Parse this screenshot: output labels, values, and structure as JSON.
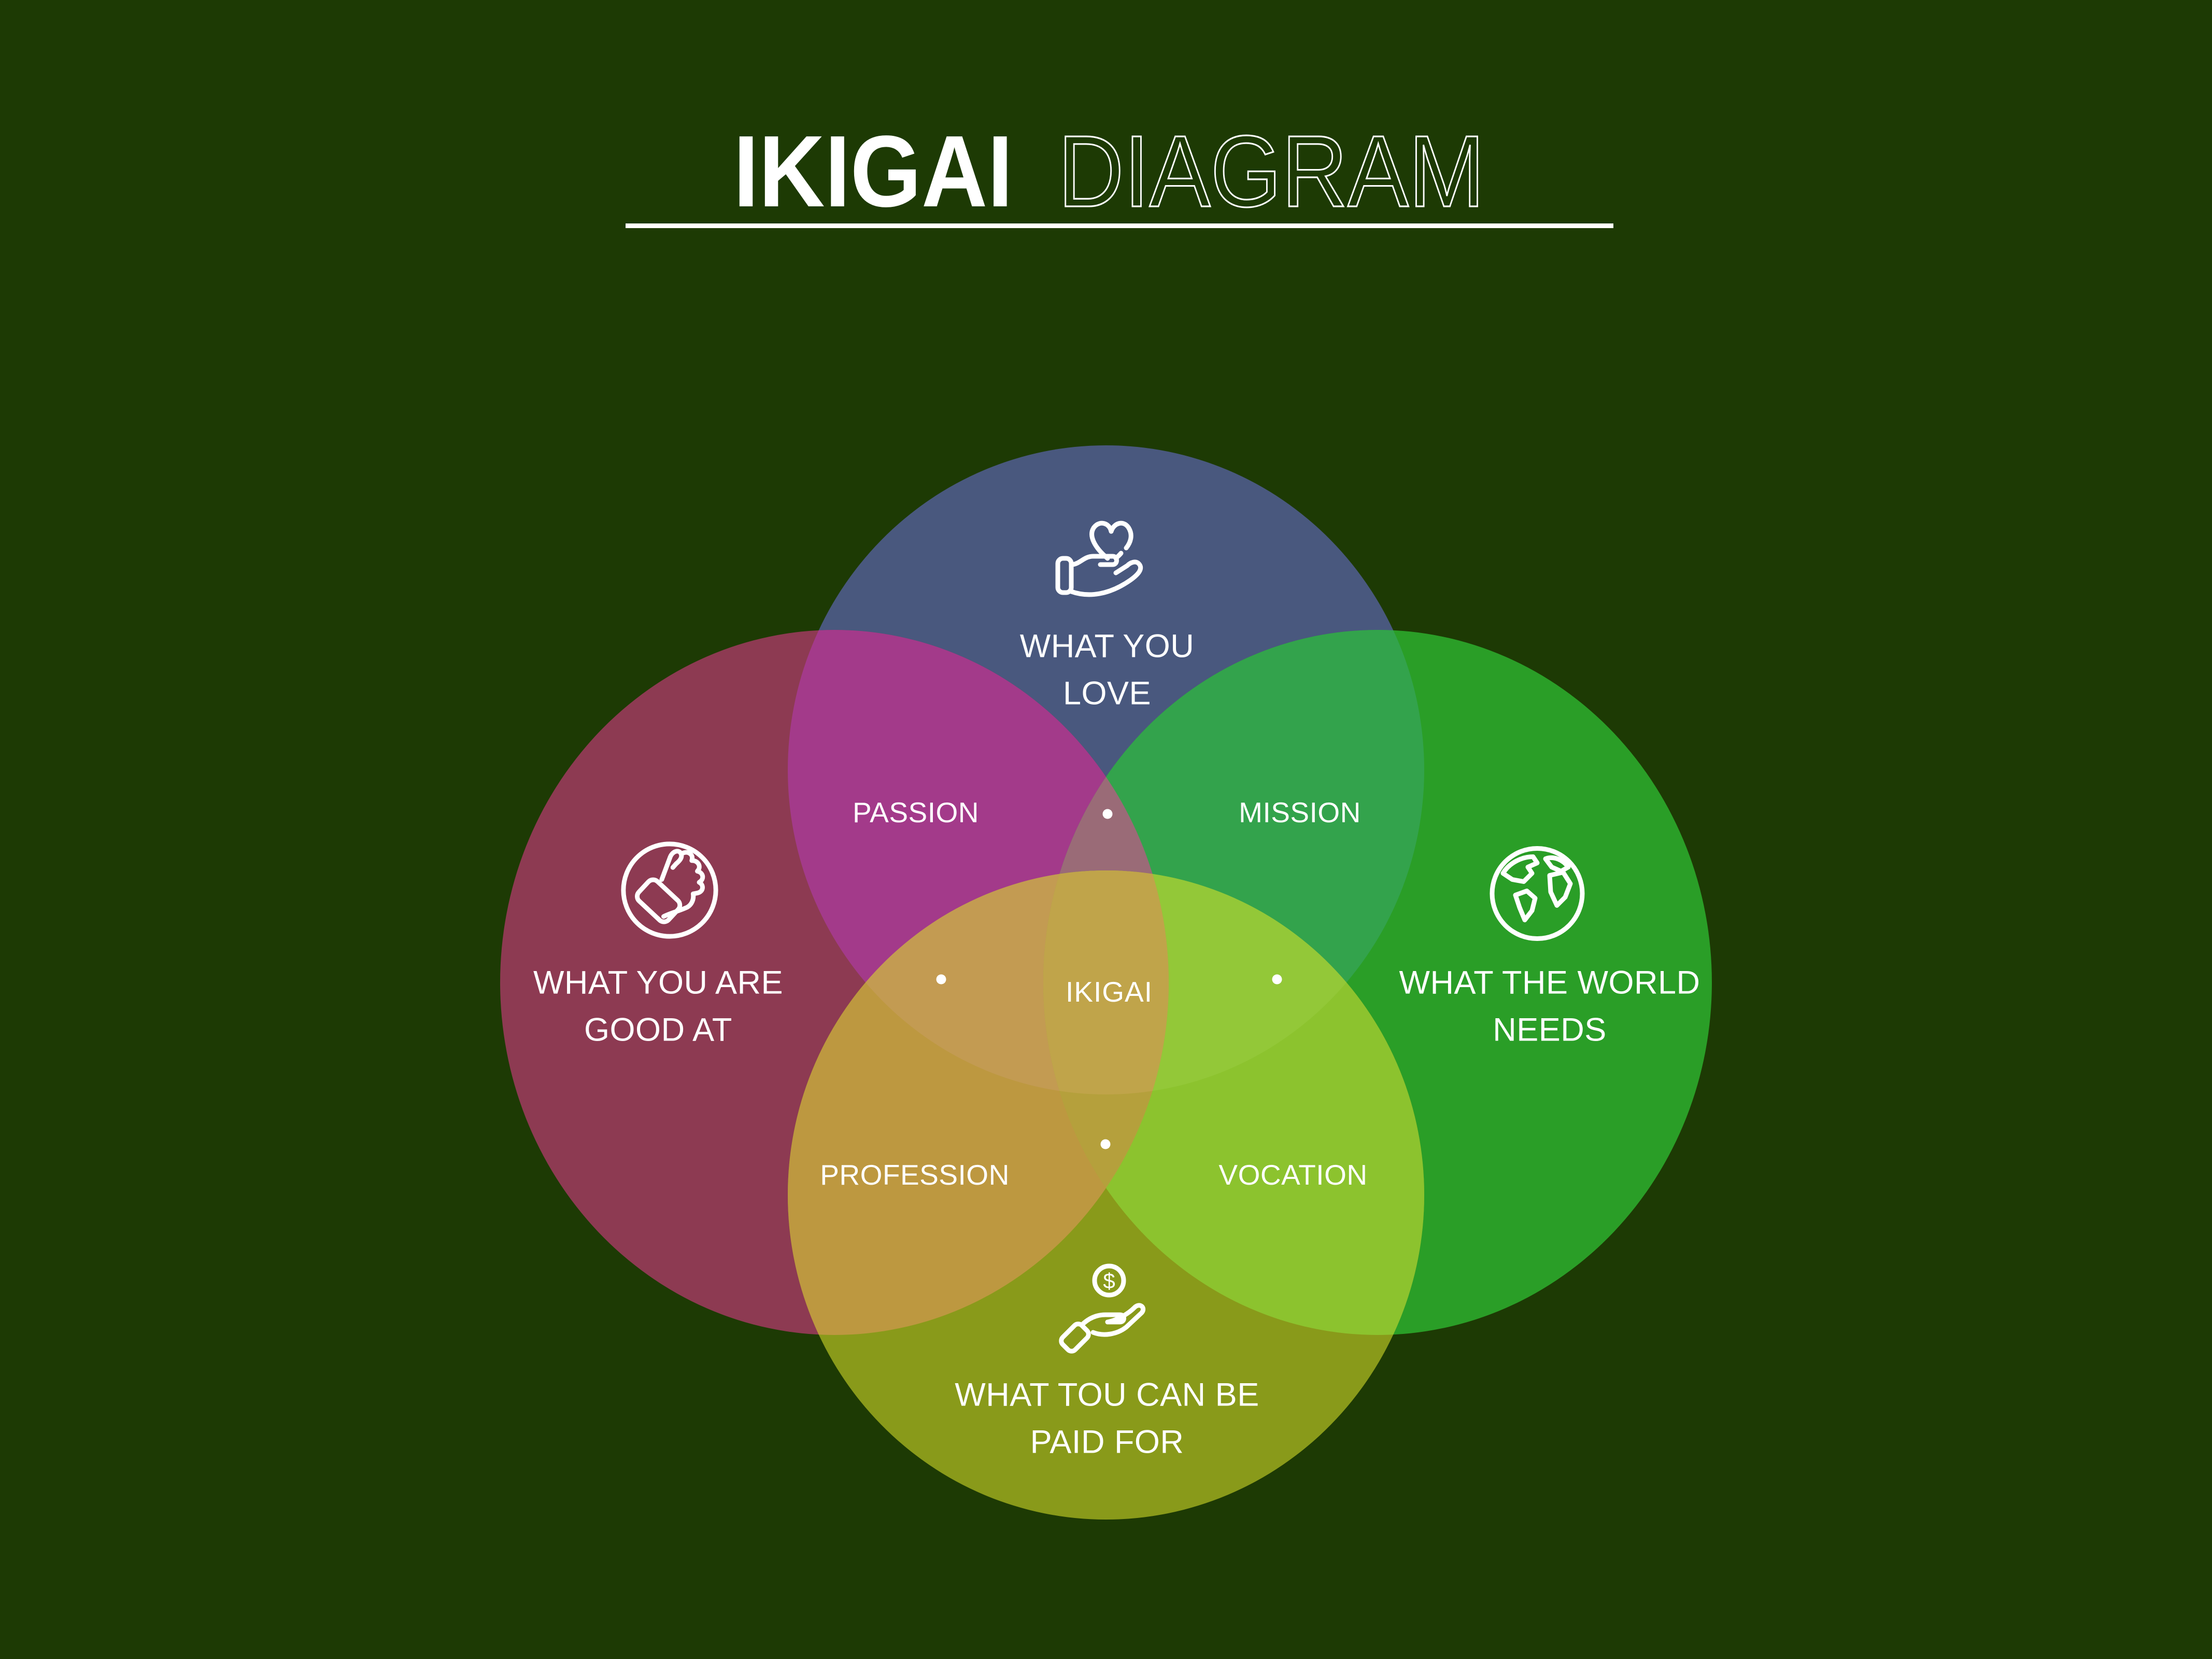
{
  "title": {
    "word_solid": "IKIGAI",
    "word_outline": "DIAGRAM"
  },
  "colors": {
    "background": "#1d3a04",
    "text": "#ffffff",
    "dot": "#ffffff"
  },
  "circles": {
    "love": {
      "line1": "WHAT YOU",
      "line2": "LOVE",
      "color": "#49587e",
      "icon": "heart-in-hand-icon"
    },
    "good_at": {
      "line1": "WHAT YOU ARE",
      "line2": "GOOD AT",
      "color": "#8d3a52",
      "icon": "thumbs-up-icon"
    },
    "world": {
      "line1": "WHAT THE WORLD",
      "line2": "NEEDS",
      "color": "#2a9e27",
      "icon": "globe-icon"
    },
    "paid": {
      "line1": "WHAT TOU CAN BE",
      "line2": "PAID FOR",
      "color": "#899a1a",
      "icon": "dollar-hand-icon"
    }
  },
  "overlaps": {
    "passion": {
      "label": "PASSION",
      "color": "#a33a8a"
    },
    "mission": {
      "label": "MISSION",
      "color": "#33a34c"
    },
    "profession": {
      "label": "PROFESSION",
      "color": "#bd9840"
    },
    "vocation": {
      "label": "VOCATION",
      "color": "#8cc32e"
    },
    "ikigai": {
      "label": "IKIGAI",
      "color": "#c0a44a"
    },
    "triple_top_color": "#9a6b77",
    "triple_left_color": "#c39b52",
    "triple_right_color": "#93c838",
    "triple_bottom_color": "#b5a03c"
  }
}
